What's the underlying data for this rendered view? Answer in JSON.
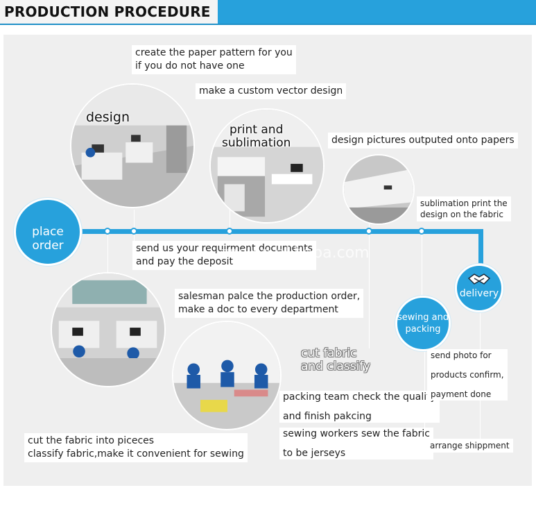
{
  "header": {
    "title": "PRODUCTION PROCEDURE"
  },
  "watermark": "zoe.en.alibaba.com",
  "stages": {
    "place_order": "place order",
    "design": "design",
    "print": "print and\nsublimation",
    "cut": "cut fabric\nand classify",
    "sewing": "sewing and\npacking",
    "delivery": "delivery"
  },
  "notes": {
    "paper_pattern": "create the paper pattern for you\nif you do not have one",
    "vector_design": "make a custom vector design",
    "pictures_outputed": "design pictures outputed onto papers",
    "sublimation_print": "sublimation print the\ndesign on the fabric",
    "send_documents": "send us your requirment documents\nand pay the deposit",
    "salesman": "salesman palce the production order,\nmake a doc to every department",
    "cut_classify": "cut the fabric into piceces\nclassify fabric,make it convenient for sewing",
    "packing_team": "packing team check the quality\n\nand finish pakcing",
    "sewing_workers": "sewing workers sew the fabric\n\nto be jerseys",
    "send_photo": "send photo for\n\nproducts confirm,\n\npayment done",
    "arrange_shipment": "arrange shippment"
  },
  "colors": {
    "accent": "#27a1dc",
    "panel": "#efefef",
    "header_bg": "#f4f4f4"
  },
  "icons": {
    "delivery": "handshake-icon"
  }
}
